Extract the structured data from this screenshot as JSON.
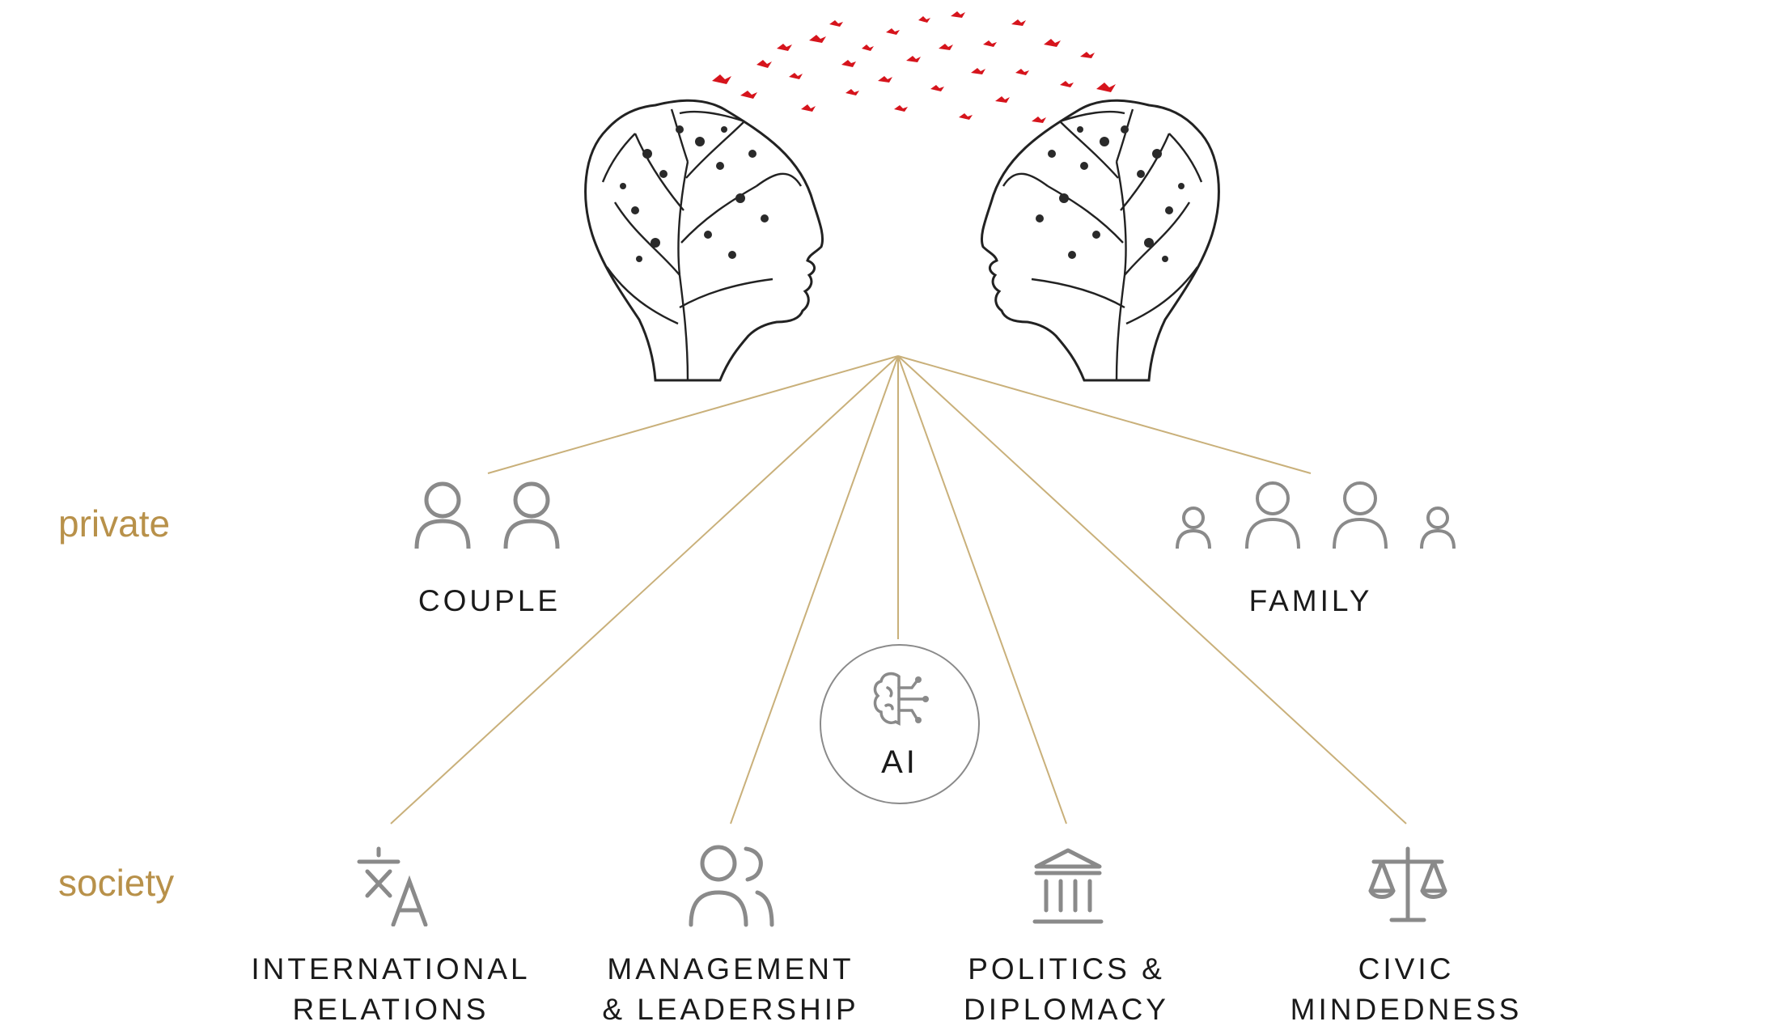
{
  "rows": {
    "private_label": "private",
    "society_label": "society"
  },
  "nodes": {
    "couple": "COUPLE",
    "family": "FAMILY",
    "ai": "AI",
    "international_1": "INTERNATIONAL",
    "international_2": "RELATIONS",
    "management_1": "MANAGEMENT",
    "management_2": "& LEADERSHIP",
    "politics_1": "POLITICS &",
    "politics_2": "DIPLOMACY",
    "civic_1": "CIVIC",
    "civic_2": "MINDEDNESS"
  },
  "icons": {
    "couple": "two-people-icon",
    "family": "family-icon",
    "ai": "ai-brain-icon",
    "international": "translate-icon",
    "management": "group-icon",
    "politics": "government-building-icon",
    "civic": "scales-icon",
    "illustration": "tree-heads-with-birds-illustration"
  },
  "colors": {
    "connector": "#c9b07a",
    "label_accent": "#b8914a",
    "icon_gray": "#8a8a8a",
    "birds": "#d6141c",
    "tree": "#222222"
  }
}
